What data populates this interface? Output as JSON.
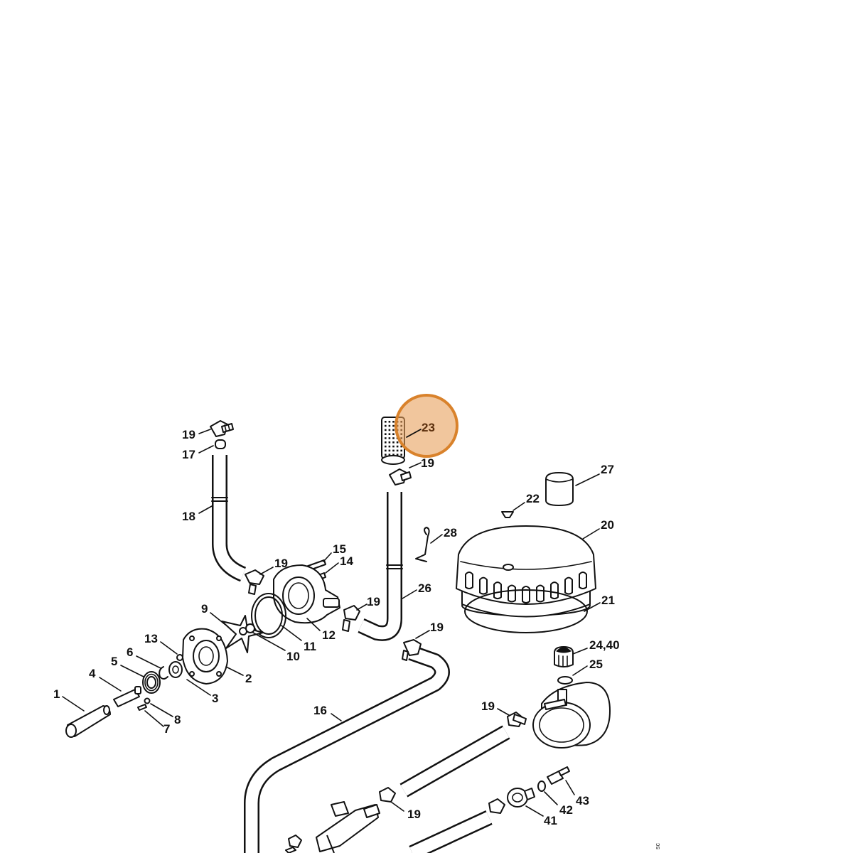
{
  "diagram": {
    "highlight_color": "#e8a05c",
    "highlight_ring_color": "#d9822b",
    "highlighted_part": "23",
    "corner_code": "sc",
    "labels": {
      "l19a": "19",
      "l17": "17",
      "l18": "18",
      "l23": "23",
      "l19b": "19",
      "l27": "27",
      "l22": "22",
      "l20": "20",
      "l28": "28",
      "l15": "15",
      "l14": "14",
      "l19c": "19",
      "l26": "26",
      "l19d": "19",
      "l9": "9",
      "l12": "12",
      "l11": "11",
      "l10": "10",
      "l21": "21",
      "l19e": "19",
      "l13": "13",
      "l6": "6",
      "l5": "5",
      "l4": "4",
      "l1": "1",
      "l2": "2",
      "l3": "3",
      "l8": "8",
      "l7": "7",
      "l2440": "24,40",
      "l25": "25",
      "l16": "16",
      "l19f": "19",
      "l43": "43",
      "l42": "42",
      "l19g": "19",
      "l41": "41"
    }
  }
}
